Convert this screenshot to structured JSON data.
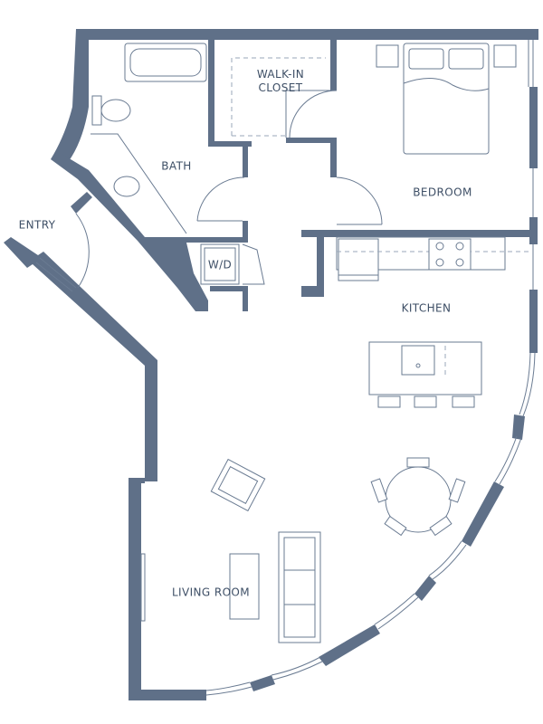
{
  "floor_plan": {
    "colors": {
      "wall": "#5f7088",
      "line": "#6a7b92",
      "label": "#3e4f66",
      "background": "#ffffff"
    },
    "rooms": {
      "walk_in_closet": "WALK-IN\nCLOSET",
      "bath": "BATH",
      "bedroom": "BEDROOM",
      "entry": "ENTRY",
      "wd": "W/D",
      "kitchen": "KITCHEN",
      "living_room": "LIVING ROOM"
    }
  }
}
